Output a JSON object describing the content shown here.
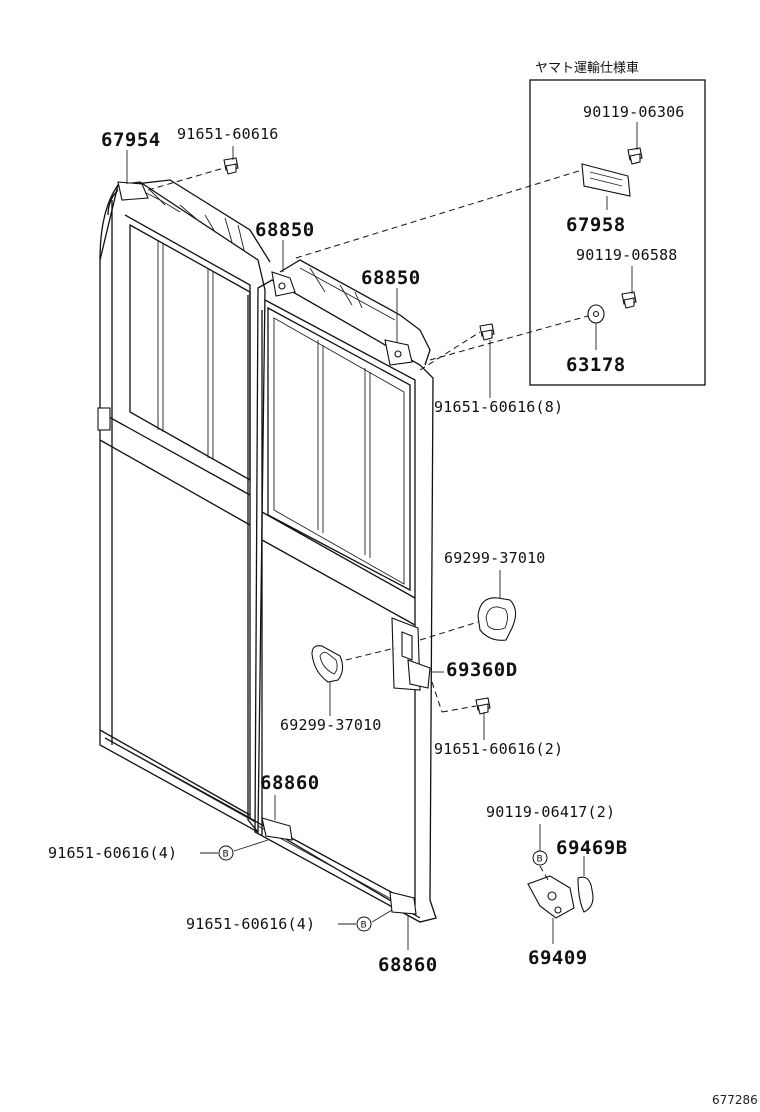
{
  "box_caption": "ヤマト運輸仕様車",
  "b_marker": "B",
  "figure_id": "677286",
  "labels": {
    "l67954": "67954",
    "l91651_top": "91651-60616",
    "l68850_a": "68850",
    "l68850_b": "68850",
    "l90119_06306": "90119-06306",
    "l67958": "67958",
    "l90119_06588": "90119-06588",
    "l63178": "63178",
    "l91651_8": "91651-60616(8)",
    "l69299_r": "69299-37010",
    "l69360D": "69360D",
    "l69299_l": "69299-37010",
    "l91651_2": "91651-60616(2)",
    "l68860_a": "68860",
    "l91651_4a": "91651-60616(4)",
    "l90119_06417": "90119-06417(2)",
    "l69469B": "69469B",
    "l91651_4b": "91651-60616(4)",
    "l68860_b": "68860",
    "l69409": "69409"
  }
}
